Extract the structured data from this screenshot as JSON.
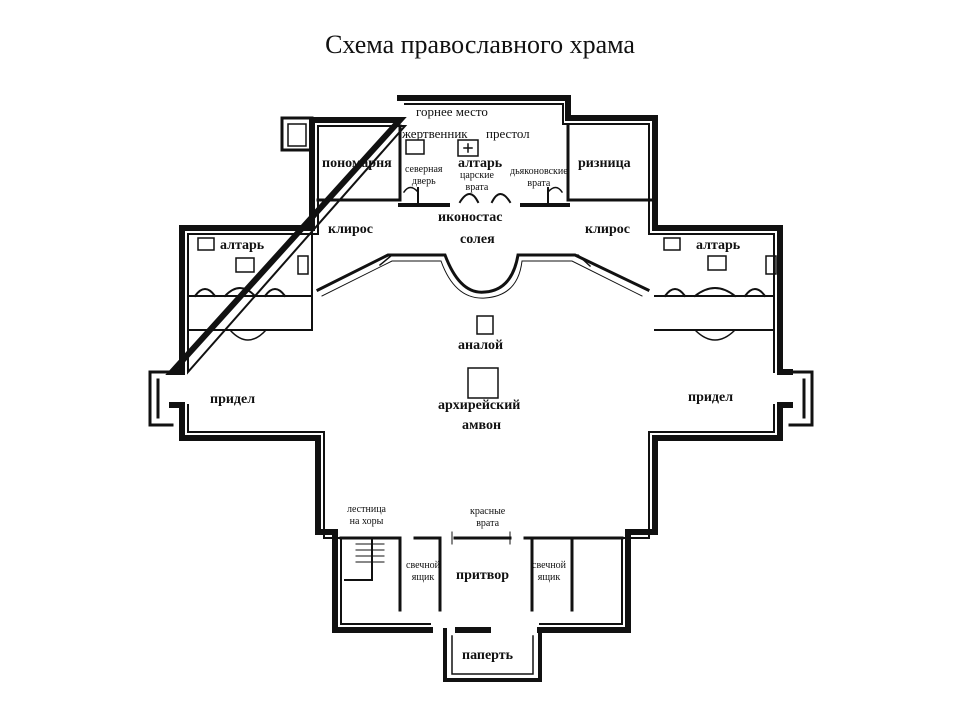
{
  "title": "Схема православного храма",
  "labels": {
    "gornee": "горнее место",
    "zhertvennik": "жертвенник",
    "prestol": "престол",
    "ponomarnya": "пономарня",
    "altar_main": "алтарь",
    "riznitsa": "ризница",
    "severnaya_1": "северная",
    "severnaya_2": "дверь",
    "tsarskie_1": "царские",
    "tsarskie_2": "врата",
    "dyakon_1": "дьяконовские",
    "dyakon_2": "врата",
    "ikonostas": "иконостас",
    "soleya": "солея",
    "kliros_left": "клирос",
    "kliros_right": "клирос",
    "altar_left": "алтарь",
    "altar_right": "алтарь",
    "analoy": "аналой",
    "arhiereyskiy": "архирейский",
    "amvon": "амвон",
    "pridel_left": "придел",
    "pridel_right": "придел",
    "lestnitsa_1": "лестница",
    "lestnitsa_2": "на хоры",
    "krasnye_1": "красные",
    "krasnye_2": "врата",
    "svechnoy_left_1": "свечной",
    "svechnoy_left_2": "ящик",
    "pritvor": "притвор",
    "svechnoy_right_1": "свечной",
    "svechnoy_right_2": "ящик",
    "paperty": "паперть"
  }
}
